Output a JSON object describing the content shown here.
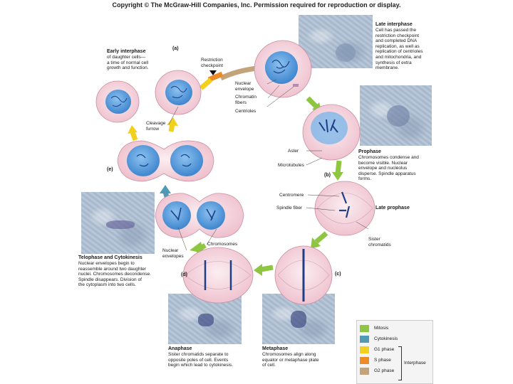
{
  "header": {
    "copyright": "Copyright © The McGraw-Hill Companies, Inc. Permission required for reproduction or display."
  },
  "panels": {
    "a": "(a)",
    "b": "(b)",
    "c": "(c)",
    "d": "(d)",
    "e": "(e)"
  },
  "labels": {
    "restriction_checkpoint": [
      "Restriction",
      "checkpoint"
    ],
    "nuclear_envelope": [
      "Nuclear",
      "envelope"
    ],
    "chromatin_fibers": [
      "Chromatin",
      "fibers"
    ],
    "centrioles": "Centrioles",
    "aster": "Aster",
    "microtubules": "Microtubules",
    "centromere": "Centromere",
    "spindle_fiber": "Spindle fiber",
    "sister_chromatids": [
      "Sister",
      "chromatids"
    ],
    "cleavage_furrow": [
      "Cleavage",
      "furrow"
    ],
    "chromosomes": "Chromosomes",
    "nuclear_envelopes": [
      "Nuclear",
      "envelopes"
    ]
  },
  "captions": {
    "late_interphase": {
      "title": "Late interphase",
      "lines": [
        "Cell has passed the",
        "restriction checkpoint",
        "and completed DNA",
        "replication, as well as",
        "replication of centrioles",
        "and mitochondria, and",
        "synthesis of extra",
        "membrane."
      ]
    },
    "early_interphase": {
      "title": "Early interphase",
      "lines": [
        "of daughter cells—",
        "a time of normal cell",
        "growth and function."
      ]
    },
    "prophase": {
      "title": "Prophase",
      "lines": [
        "Chromosomes condense and",
        "become visible. Nuclear",
        "envelope and nucleolus",
        "disperse. Spindle apparatus",
        "forms."
      ]
    },
    "late_prophase": {
      "title": "Late prophase",
      "lines": []
    },
    "telophase": {
      "title": "Telophase and Cytokinesis",
      "lines": [
        "Nuclear envelopes begin to",
        "reassemble around two daughter",
        "nuclei. Chromosomes decondense.",
        "Spindle disappears. Division of",
        "the cytoplasm into two cells."
      ]
    },
    "anaphase": {
      "title": "Anaphase",
      "lines": [
        "Sister chromatids separate to",
        "opposite poles of cell. Events",
        "begin which lead to cytokinesis."
      ]
    },
    "metaphase": {
      "title": "Metaphase",
      "lines": [
        "Chromosomes align along",
        "equator or metaphase plate",
        "of cell."
      ]
    }
  },
  "legend": {
    "items": [
      {
        "label": "Mitosis",
        "color": "#8fc641"
      },
      {
        "label": "Cytokinesis",
        "color": "#4f9ab5"
      },
      {
        "label": "G1 phase",
        "color": "#f1d11b"
      },
      {
        "label": "S phase",
        "color": "#ef8b26"
      },
      {
        "label": "G2 phase",
        "color": "#c4a27a"
      }
    ],
    "bracket_label": "Interphase"
  },
  "colors": {
    "cell_fill": "#f7dfe6",
    "nucleus_fill": "#5fa0de",
    "chromatin": "#1e3f86",
    "arrow_mitosis": "#8fc641",
    "arrow_cytokinesis": "#4f9ab5",
    "arrow_g1": "#f1d11b",
    "arrow_s": "#ef8b26",
    "arrow_g2": "#c4a27a"
  }
}
